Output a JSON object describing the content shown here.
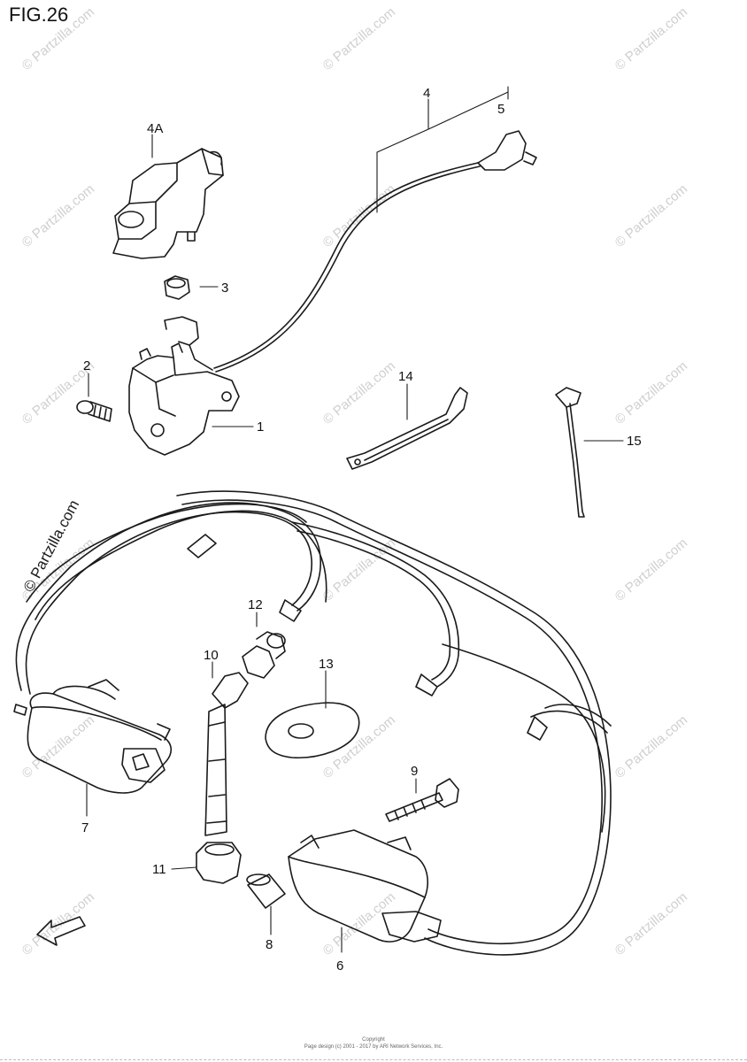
{
  "figure": {
    "title": "FIG.26"
  },
  "watermark": {
    "text": "© Partzilla.com",
    "side_text": "© Partzilla.com"
  },
  "callouts": [
    "1",
    "2",
    "3",
    "4",
    "4A",
    "5",
    "6",
    "7",
    "8",
    "9",
    "10",
    "11",
    "12",
    "13",
    "14",
    "15"
  ],
  "footer": {
    "line1": "Copyright",
    "line2": "Page design (c) 2001 - 2017 by ARI Network Services, Inc."
  },
  "front_arrow_icon": "front-arrow-icon",
  "colors": {
    "line": "#1a1a1a",
    "watermark": "#cfcfcf"
  }
}
